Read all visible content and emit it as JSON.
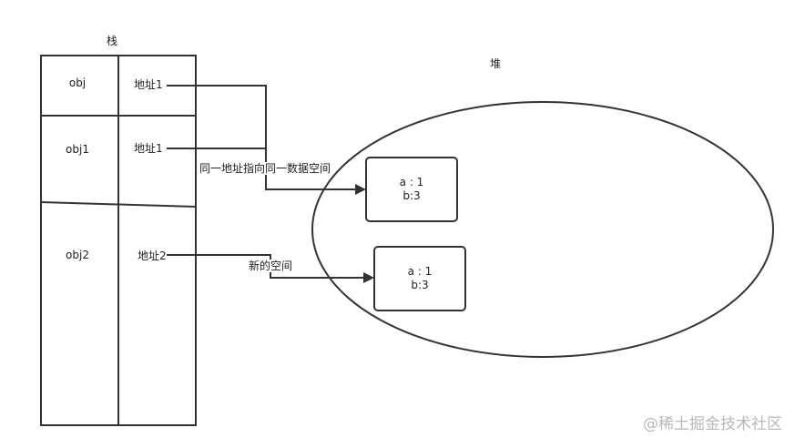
{
  "stack": {
    "title": "栈",
    "rows": [
      {
        "name": "obj",
        "address": "地址1"
      },
      {
        "name": "obj1",
        "address": "地址1"
      },
      {
        "name": "obj2",
        "address": "地址2"
      }
    ]
  },
  "heap": {
    "title": "堆",
    "box1": {
      "line1": "a : 1",
      "line2": "b:3"
    },
    "box2": {
      "line1": "a : 1",
      "line2": "b:3"
    }
  },
  "arrows": {
    "same_space_label": "同一地址指向同一数据空间",
    "new_space_label": "新的空间"
  },
  "watermark": "@稀土掘金技术社区"
}
